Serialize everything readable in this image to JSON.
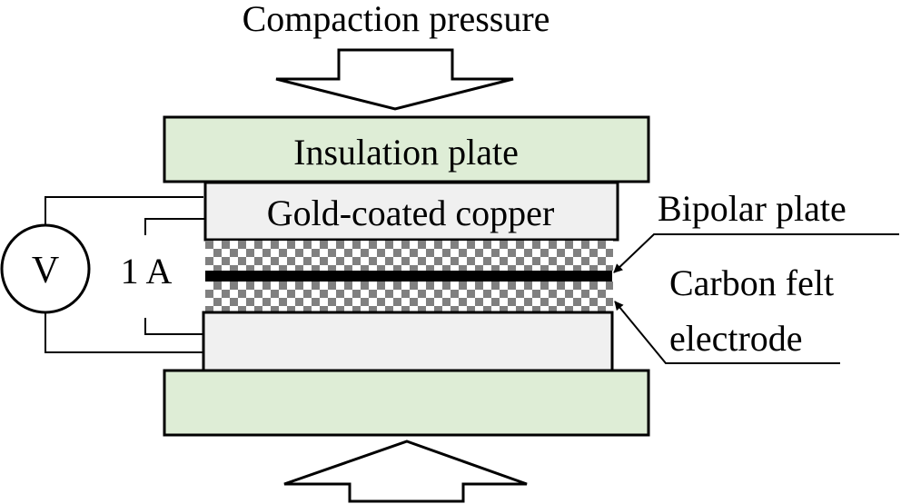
{
  "diagram": {
    "title": "Compaction pressure",
    "labels": {
      "insulation_plate": "Insulation plate",
      "gold_coated_copper": "Gold-coated copper",
      "bipolar_plate": "Bipolar plate",
      "carbon_felt_line1": "Carbon felt",
      "carbon_felt_line2": "electrode",
      "voltmeter": "V",
      "current": "1 A"
    },
    "colors": {
      "insulation_fill": "#deedd6",
      "copper_fill": "#f0f0f0",
      "checker_gray": "#808080",
      "bipolar_fill": "#000000",
      "stroke": "#000000"
    },
    "icons": {
      "top_arrow": "arrow-down-outline",
      "bottom_arrow": "arrow-up-outline",
      "voltmeter": "circle-v"
    }
  }
}
